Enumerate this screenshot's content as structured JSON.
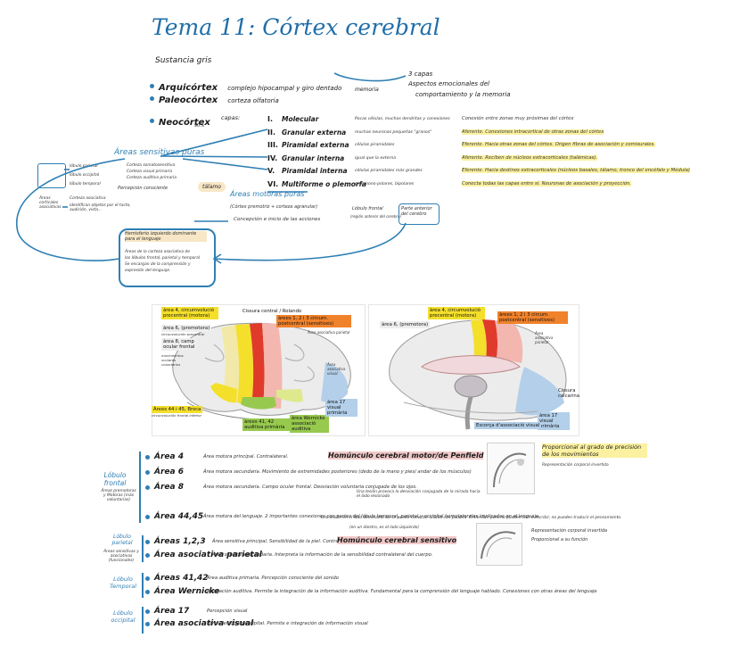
{
  "title": "Tema 11: Córtex cerebral",
  "sustancia": "Sustancia gris",
  "arqui": {
    "term": "Arquicórtex",
    "desc": "complejo hipocampal y giro dentado"
  },
  "paleo": {
    "term": "Paleocórtex",
    "desc": "corteza olfatoria"
  },
  "arqui_side": {
    "capas": "3 capas",
    "memoria": "memoria",
    "aspectos": "Aspectos emocionales del",
    "comport": "comportamiento y la memoria"
  },
  "neo": {
    "term": "Neocórtex",
    "pct": "90%",
    "capas": "capas:"
  },
  "layers": [
    {
      "num": "I.",
      "name": "Molecular",
      "desc": "Pocas células, muchas dendritas y conexiones",
      "func": "Conexión entre zonas muy próximas del córtex"
    },
    {
      "num": "II.",
      "name": "Granular externa",
      "desc": "muchas neuronas pequeñas \"granos\"",
      "func": "Aferente. Conexiones intracortical de otras zonas del córtex"
    },
    {
      "num": "III.",
      "name": "Piramidal externa",
      "desc": "células piramidales",
      "func": "Eferente. Hacia otras zonas del córtex. Origen fibras de asociación y comisurales."
    },
    {
      "num": "IV.",
      "name": "Granular interna",
      "desc": "igual que la externa",
      "func": "Aferente. Reciben de núcleos extracorticales (talámicas)."
    },
    {
      "num": "V.",
      "name": "Piramidal interna",
      "desc": "células piramidales más grandes",
      "func": "Eferente. Hacia destinos extracorticales (núcleos basales, tálamo, tronco del encéfalo y Médula)"
    },
    {
      "num": "VI.",
      "name": "Multiforme o plemorfa",
      "desc": "cels mono-polares, bipolares",
      "func": "Conecta todas las capas entre sí. Neuronas de asociación y proyección."
    }
  ],
  "sensitivas": {
    "title": "Áreas sensitivas puras",
    "lobes": [
      "lóbulo parietal",
      "lóbulo occipital",
      "lóbulo temporal"
    ],
    "cortex": [
      "Corteza somatosensitiva",
      "Corteza visual primaria",
      "Corteza auditiva primaria"
    ],
    "percep": "Percepción consciente",
    "talamo": "tálamo",
    "parte": "Parte anterior del cerebro",
    "asoc_l": "Áreas corticales asociativas",
    "asoc_r": "Corteza asociativa",
    "asoc_d": "identifican objetos por el tacto, audición, vista..."
  },
  "motoras": {
    "title": "Áreas motoras puras",
    "sub": "(Córtex premotriz + corteza agranular)",
    "desc": "Concepción e inicio de las acciones",
    "lobulo": "Lóbulo frontal",
    "lobulo_sub": "(región anterior del cerebro)",
    "parte": "Parte anterior del cerebro"
  },
  "hemisferio": {
    "title": "Hemisferio izquierdo dominante para el lenguaje",
    "lines": [
      "Áreas de la corteza asociativa de",
      "los lóbulos frontal, parietal y temporal",
      "Se encargan de la comprensión y",
      "expresión del lenguaje."
    ]
  },
  "brain_lateral": {
    "rolando": "Cissura central / Rolando",
    "a4": "área 4, circumvolució precentral (motora)",
    "a6": "àrea 6, (premotora)",
    "a6_note": "circunvolución precentral",
    "a8": "àrea 8, camp ocular frontal",
    "a8_note": "movimientos oculares voluntarios",
    "a123": "àrees 1, 2 i 3 circum. postcentral (sensitives)",
    "area_asoc": "Área asociativa parietal",
    "area_asoc_visual": "Área asociativa visual",
    "broca": "Àrees 44 i 45, Broca",
    "broca_note": "circunvolución frontal inferior",
    "a4142": "àrees 41, 42 auditiva primària",
    "wernicke": "àrea Wernicke associació auditiva",
    "a17": "àrea 17 visual primària"
  },
  "brain_medial": {
    "a4": "àrea 4, circumvolució precentral (motora)",
    "a6": "àrea 6, (premotora)",
    "a123": "àrees 1, 2 i 3 circum. postcentral (sensitives)",
    "area_asoc": "Área asociativa parietal",
    "calcarina": "Cissura calcarina",
    "a17": "àrea 17 visual primària",
    "escorca": "Escorça d'associació visual"
  },
  "frontal": {
    "lobe": "Lóbulo frontal",
    "lobe_note": "Áreas premotoras y Motoras (más voluntarias)",
    "items": [
      {
        "term": "Área 4",
        "desc": "Área motora principal. Contralateral.",
        "strong": "Homúnculo cerebral motor/de Penfield"
      },
      {
        "term": "Área 6",
        "desc": "Área motora secundaria. Movimiento de extremidades posteriores (dedo de la mano y pies/ andar de los músculos)"
      },
      {
        "term": "Área 8",
        "desc": "Área motora secundaria. Campo ocular frontal. Desviación voluntaria conjugada de los ojos."
      },
      {
        "term": "Área 44,45",
        "desc": "Área motora del lenguaje. 2 importantes conexiones con partes del lóbulo temporal, parietal y occipital homolaterales implicadas en el lenguaje."
      }
    ],
    "note1": "Una lesión provoca la desviación conjugada de la mirada hacia el lado lesionado",
    "note2": "Una lesión en el lado dominante no se puede conectar la idea con palabra. Entienden pero no pueden leer o escribir, no pueden traducir el pensamiento.",
    "note3": "(en un diestro, es el lado izquierdo)",
    "prop": "Proporcional al grado de precisión de los movimientos",
    "prop2": "Representación corporal invertida"
  },
  "parietal": {
    "lobe": "Lóbulo parietal",
    "lobe_note": "Áreas sensitivas y asociativas (funcionales)",
    "items": [
      {
        "term": "Áreas 1,2,3",
        "desc": "Área sensitiva principal. Sensibilidad de la piel. Contralateral.",
        "strong": "Homúnculo cerebral sensitivo"
      },
      {
        "term": "Área asociativa parietal",
        "desc": "Área sensitiva secundaria. Interpreta la información de la sensibilidad contralateral del cuerpo."
      }
    ],
    "prop": "Representación corporal invertida",
    "prop2": "Proporcional a su función"
  },
  "temporal": {
    "lobe": "Lóbulo Temporal",
    "items": [
      {
        "term": "Áreas 41,42",
        "desc": "Área auditiva primaria. Percepción consciente del sonido"
      },
      {
        "term": "Área Wernicke",
        "desc": "Asociación auditiva. Permite la integración de la información auditiva. Fundamental para la comprensión del lenguaje hablado. Conexiones con otras áreas del lenguaje"
      }
    ]
  },
  "occipital": {
    "lobe": "Lóbulo occipital",
    "items": [
      {
        "term": "Área 17",
        "desc": "Percepción visual"
      },
      {
        "term": "Área asociativa visual",
        "desc": "Parte del lóbulo occipital. Permite e integración de información visual"
      }
    ]
  },
  "colors": {
    "ink": "#1a1a1a",
    "blue": "#2f7fb4",
    "title": "#1f6ea8",
    "yellow": "#f4df2b",
    "orange": "#f0822b",
    "red": "#e03a2b",
    "green": "#97c94e",
    "lightblue": "#b3cfe9"
  }
}
